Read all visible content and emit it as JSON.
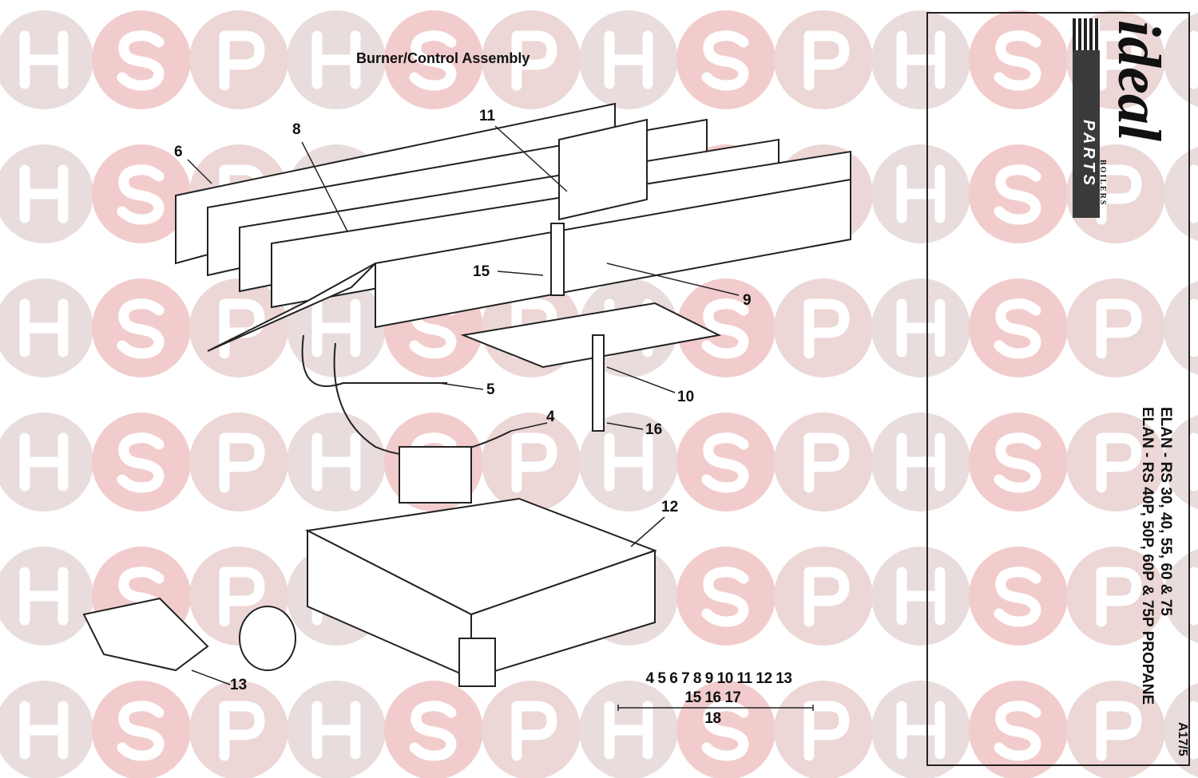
{
  "title": "Burner/Control Assembly",
  "callouts": {
    "c4": "4",
    "c5": "5",
    "c6": "6",
    "c8": "8",
    "c9": "9",
    "c10": "10",
    "c11": "11",
    "c12": "12",
    "c13": "13",
    "c15": "15",
    "c16": "16"
  },
  "legend": {
    "row1": "4 5 6 7 8 9 10 11 12 13",
    "row2": "15 16 17",
    "row3": "18"
  },
  "panel": {
    "logo_word": "ideal",
    "logo_sub": "BOILERS",
    "logo_parts": "PARTS",
    "model_line1": "ELAN - RS 30, 40, 55, 60 & 75",
    "model_line2": "ELAN - RS 40P, 50P, 60P & 75P PROPANE",
    "ref": "A17/5"
  },
  "watermark": {
    "letters": [
      "H",
      "S",
      "P"
    ],
    "colors": {
      "H": "#e8dcdc",
      "S": "#f2cccc",
      "P": "#ecd6d6",
      "letter": "#ffffff"
    }
  }
}
